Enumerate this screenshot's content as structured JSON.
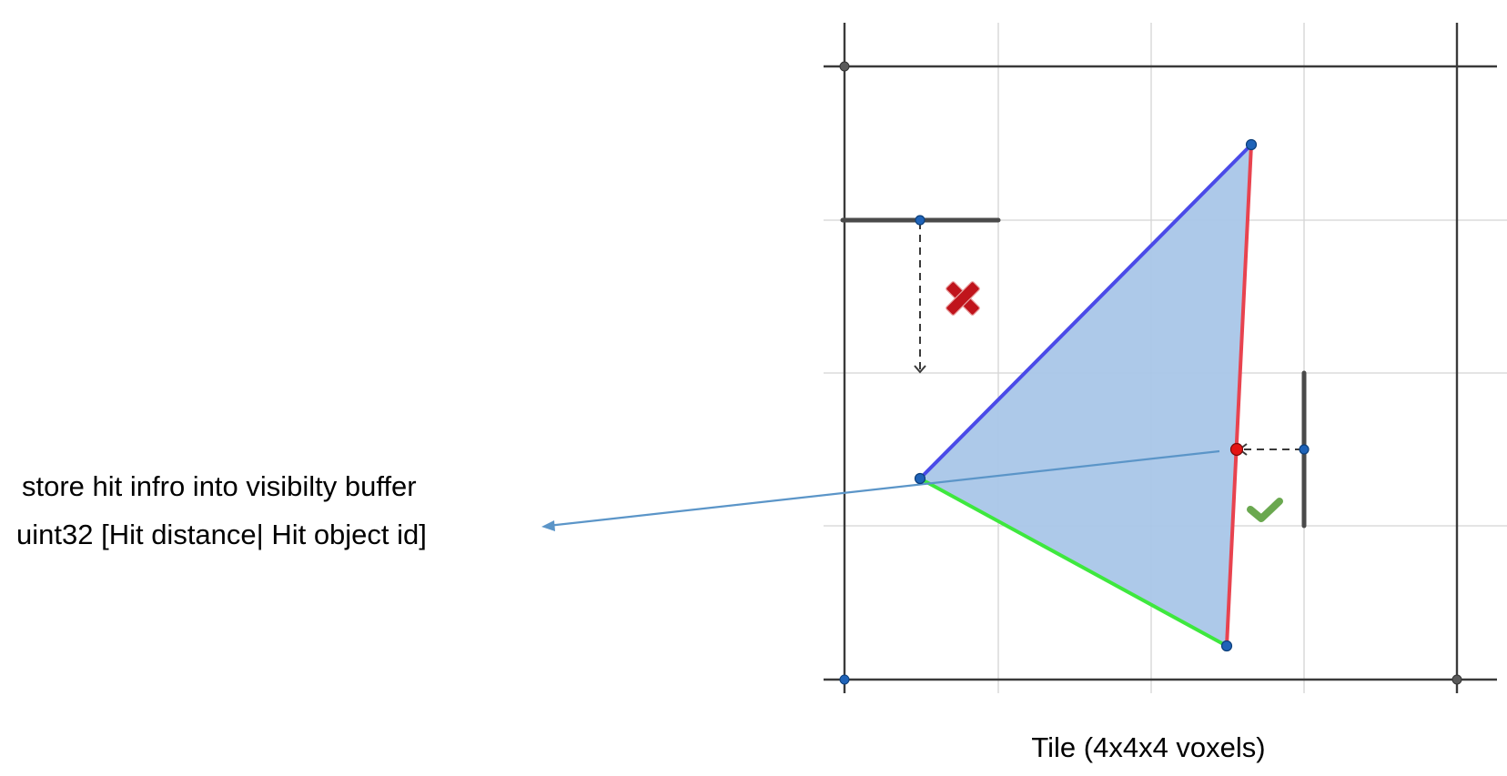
{
  "annotation": {
    "line1": "store hit infro into visibilty buffer",
    "line2": "uint32  [Hit distance| Hit object id]"
  },
  "caption": "Tile (4x4x4 voxels)",
  "marks": {
    "rejected_icon": "cross-icon",
    "accepted_icon": "check-icon"
  },
  "colors": {
    "triangle_fill": "#a9c6e8",
    "edge_upper": "#4a4ae8",
    "edge_right": "#e8434f",
    "edge_lower": "#3ee83e",
    "vertex": "#1f63b8",
    "hit_point": "#e31414",
    "pointer_line": "#5b95c8",
    "cross": "#c0141c",
    "check": "#6aa84f"
  }
}
